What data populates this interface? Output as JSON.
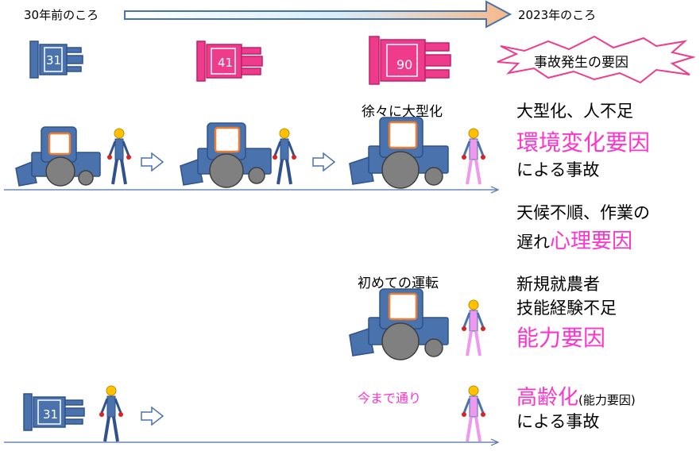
{
  "timeline": {
    "start_label": "30年前のころ",
    "end_label": "2023年のころ"
  },
  "burst_label": "事故発生の要因",
  "top_tractors": [
    {
      "number": "31",
      "color": "#4a72ad"
    },
    {
      "number": "41",
      "color": "#ee3b8c"
    },
    {
      "number": "90",
      "color": "#ee3b8c"
    }
  ],
  "bottom_tractor": {
    "number": "31",
    "color": "#4a72ad"
  },
  "captions": {
    "enlargement": "徐々に大型化",
    "first_drive": "初めての運転",
    "as_before": "今まで通り"
  },
  "factors": {
    "environment": {
      "line1": "大型化、人不足",
      "key": "環境変化要因",
      "line3": "による事故"
    },
    "psychology": {
      "line1": "天候不順、作業の",
      "line2_prefix": "遅れ",
      "key": "心理要因"
    },
    "ability": {
      "line1": "新規就農者",
      "line2": "技能経験不足",
      "key": "能力要因"
    },
    "aging": {
      "key": "高齢化",
      "paren": "(能力要因)",
      "line2": "による事故"
    }
  },
  "colors": {
    "tractor_body": "#4a72ad",
    "tractor_outline": "#2f528f",
    "cab_window": "#ed7d31",
    "wheel": "#808080",
    "highlight": "#ff33cc",
    "pink_worker": "#ee99ee",
    "blue_worker": "#4a72ad"
  }
}
